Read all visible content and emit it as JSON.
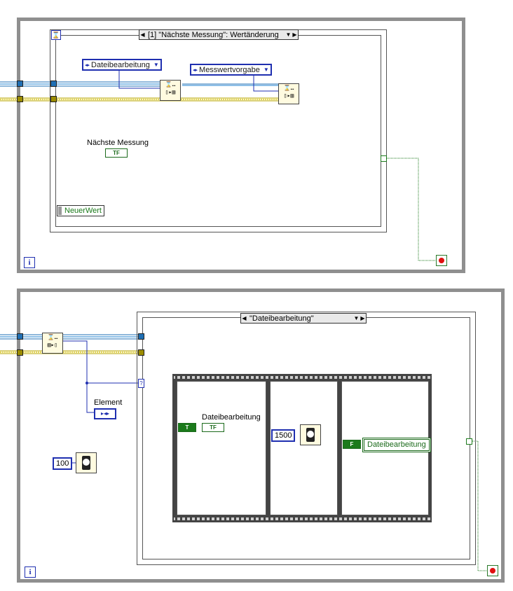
{
  "top": {
    "event_selector": "[1] \"Nächste Messung\": Wertänderung",
    "enum_1": "Dateibearbeitung",
    "enum_2": "Messwertvorgabe",
    "bool_label": "Nächste Messung",
    "bool_const": "TF",
    "event_data_node": "NeuerWert",
    "iteration_terminal": "i"
  },
  "bottom": {
    "case_selector": "\"Dateibearbeitung\"",
    "element_label": "Element",
    "wait_ms_outer": "100",
    "frame1_label": "Dateibearbeitung",
    "frame1_const": "T",
    "frame1_indicator": "TF",
    "frame2_wait_ms": "1500",
    "frame3_const": "F",
    "frame3_string": "Dateibearbeitung",
    "iteration_terminal": "i"
  },
  "icons": [
    "event-structure-icon",
    "dequeue-element-icon",
    "enqueue-element-icon",
    "wait-ms-icon",
    "stop-terminal-icon",
    "iteration-terminal-icon",
    "flat-sequence-icon"
  ],
  "colors": {
    "queue_wire": "#1f6fb4",
    "error_wire": "#b7a400",
    "bool_wire": "#1b7a1b",
    "loop_border": "#8f8f8f",
    "enum_blue": "#1f2fb0"
  }
}
